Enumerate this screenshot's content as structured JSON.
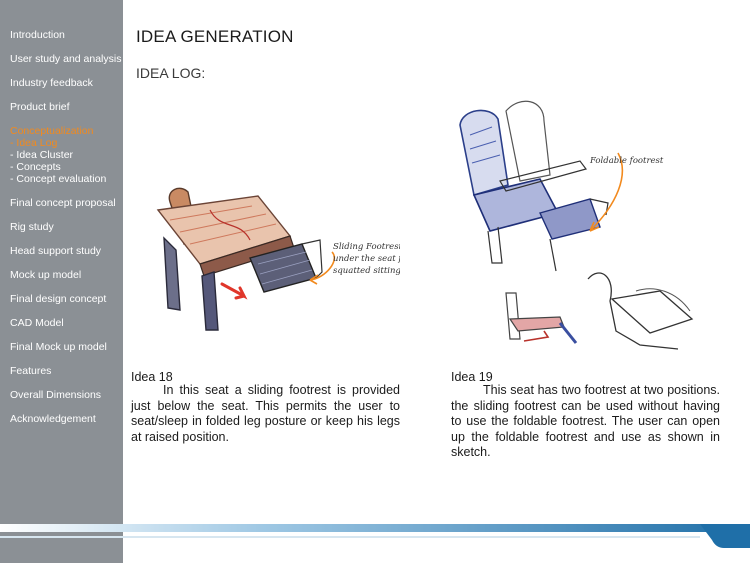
{
  "sidebar": {
    "items": [
      {
        "label": "Introduction"
      },
      {
        "label": "User study and analysis"
      },
      {
        "label": "Industry feedback"
      },
      {
        "label": "Product brief"
      },
      {
        "label": "Conceptualization",
        "active": true
      },
      {
        "label": "Final concept proposal"
      },
      {
        "label": "Rig study"
      },
      {
        "label": "Head support study"
      },
      {
        "label": "Mock up model"
      },
      {
        "label": "Final design concept"
      },
      {
        "label": "CAD Model"
      },
      {
        "label": "Final Mock up model"
      },
      {
        "label": "Features"
      },
      {
        "label": "Overall Dimensions"
      },
      {
        "label": "Acknowledgement"
      }
    ],
    "subitems": [
      {
        "label": "- Idea Log",
        "active": true
      },
      {
        "label": "- Idea Cluster"
      },
      {
        "label": "- Concepts"
      },
      {
        "label": "- Concept evaluation"
      }
    ]
  },
  "page": {
    "title": "IDEA GENERATION",
    "section": "IDEA LOG:"
  },
  "ideas": [
    {
      "title": "Idea 18",
      "description": "In this seat a sliding footrest is provided just below the seat. This permits the user to seat/sleep in folded leg posture or keep his legs at raised position.",
      "sketch_note": [
        "Sliding Footrest",
        "under the seat for",
        "squatted sitting"
      ]
    },
    {
      "title": "Idea 19",
      "description": "This seat has two footrest at two positions. the sliding footrest can be used without having to use the foldable footrest. The user can open up the foldable footrest and use as shown in sketch.",
      "sketch_note": [
        "Foldable footrest"
      ]
    }
  ],
  "colors": {
    "sidebar": "#8b9095",
    "accent": "#f28a1e",
    "footer_band": "#2a7fb4"
  }
}
